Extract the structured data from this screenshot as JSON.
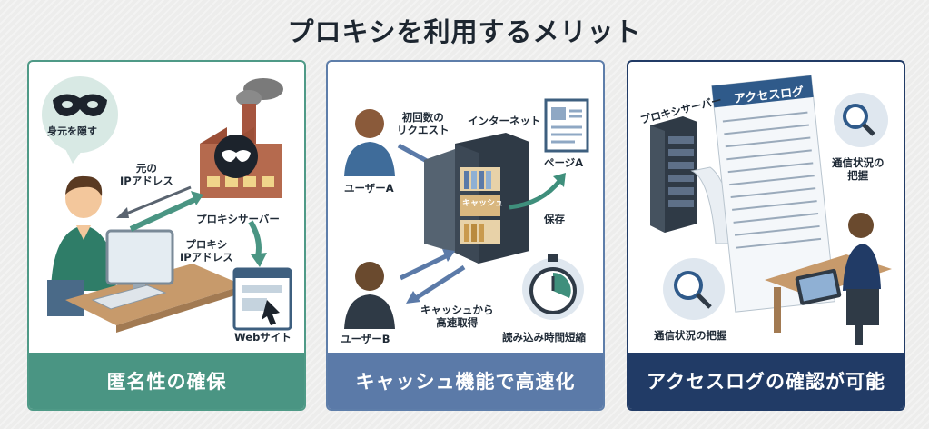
{
  "title": "プロキシを利用するメリット",
  "panels": [
    {
      "footer": "匿名性の確保",
      "labels": {
        "bubble": "身元を隠す",
        "original_ip": "元の\nIPアドレス",
        "proxy_server": "プロキシサーバー",
        "proxy_ip": "プロキシ\nIPアドレス",
        "website": "Webサイト"
      }
    },
    {
      "footer": "キャッシュ機能で高速化",
      "labels": {
        "first_request": "初回数の\nリクエスト",
        "internet": "インターネット",
        "user_a": "ユーザーA",
        "page_a": "ページA",
        "cache": "キャッシュ",
        "save": "保存",
        "from_cache": "キャッシュから\n高速取得",
        "user_b": "ユーザーB",
        "load_time": "読み込み時間短縮"
      }
    },
    {
      "footer": "アクセスログの確認が可能",
      "labels": {
        "proxy_server": "プロキシサーバー",
        "access_log": "アクセスログ",
        "monitor_top": "通信状況の\n把握",
        "monitor_bottom": "通信状況の把握"
      }
    }
  ],
  "colors": {
    "panel1": "#4a9583",
    "panel2": "#5b7aa8",
    "panel3": "#213b66"
  }
}
